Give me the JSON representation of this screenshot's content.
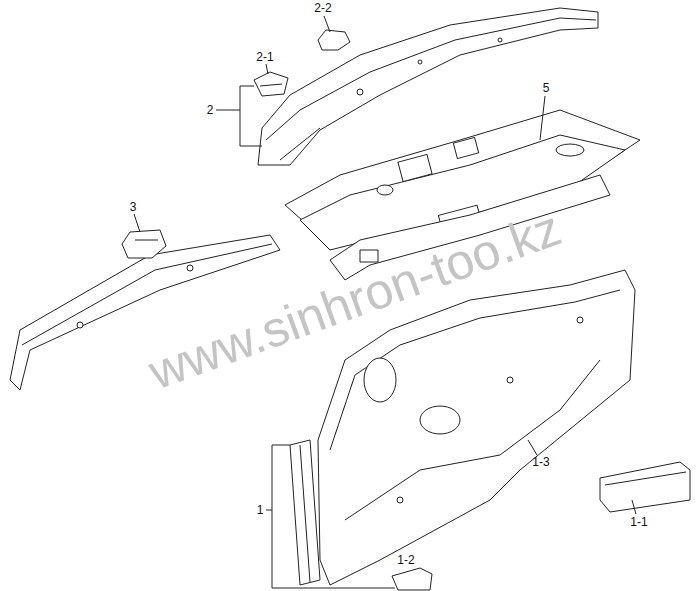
{
  "diagram": {
    "labels": [
      "2-2",
      "2-1",
      "2",
      "5",
      "3",
      "1",
      "1-3",
      "1-1",
      "1-2",
      "www.sinhron-too.kz"
    ]
  }
}
